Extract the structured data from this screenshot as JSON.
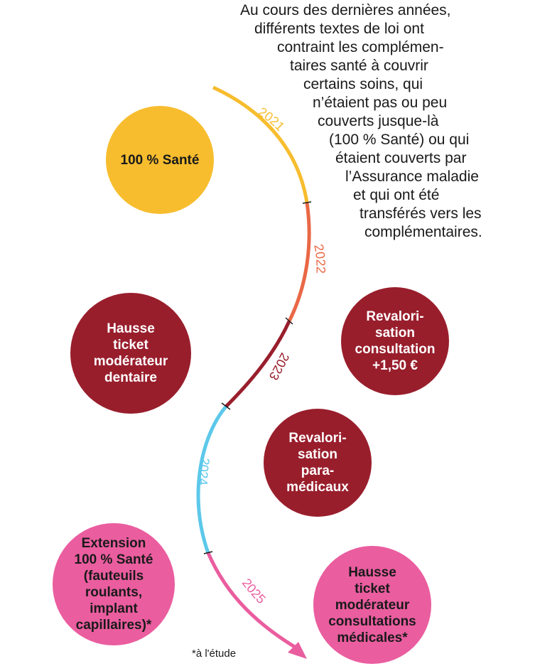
{
  "intro": {
    "lines": [
      "Au cours des dernières années,",
      "différents textes de loi ont",
      "contraint les complémen-",
      "taires santé à couvrir",
      "certains soins, qui",
      "n’étaient pas ou peu",
      "couverts jusque-là",
      "(100 % Santé) ou qui",
      "étaient couverts par",
      "l’Assurance maladie",
      "et qui ont été",
      "transférés vers les",
      "complémentaires."
    ]
  },
  "timeline": {
    "years": [
      "2021",
      "2022",
      "2023",
      "2024",
      "2025"
    ],
    "colors": [
      "#f7bd2e",
      "#e96846",
      "#991e2c",
      "#5cc8ea",
      "#ea5d9f"
    ]
  },
  "events": {
    "sante100": [
      "100 % Santé"
    ],
    "ticket_dentaire": [
      "Hausse",
      "ticket",
      "modérateur",
      "dentaire"
    ],
    "consultation": [
      "Revalori-",
      "sation",
      "consultation",
      "+1,50 €"
    ],
    "paramedicaux": [
      "Revalori-",
      "sation",
      "para-",
      "médicaux"
    ],
    "extension": [
      "Extension",
      "100 % Santé",
      "(fauteuils",
      "roulants,",
      "implant",
      "capillaires)*"
    ],
    "ticket_consult": [
      "Hausse",
      "ticket",
      "modérateur",
      "consultations",
      "médicales*"
    ]
  },
  "footnote": "*à l'étude"
}
